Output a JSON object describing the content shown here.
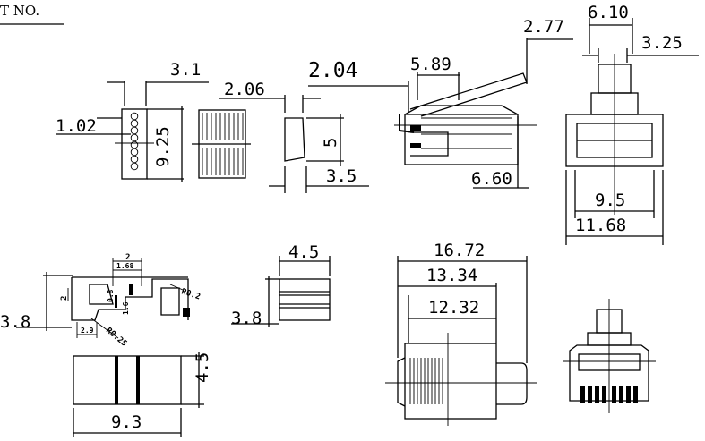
{
  "header": {
    "part_no_label": "T NO."
  },
  "dimensions": {
    "d_3_1": "3.1",
    "d_1_02": "1.02",
    "d_9_25": "9.25",
    "d_2_06": "2.06",
    "d_5": "5",
    "d_3_5": "3.5",
    "d_2_04": "2.04",
    "d_5_89": "5.89",
    "d_2_77": "2.77",
    "d_6_60": "6.60",
    "d_6_10": "6.10",
    "d_3_25": "3.25",
    "d_9_5": "9.5",
    "d_11_68": "11.68",
    "d_3_8a": "3.8",
    "d_2_top": "2",
    "d_1_68": "1.68",
    "d_r0_2": "R0.2",
    "d_2_left": "2",
    "d_0_8": "0.8",
    "d_1_6": "1.6",
    "d_2_9": "2.9",
    "d_r0_25": "R0.25",
    "d_4_5a": "4.5",
    "d_3_8b": "3.8",
    "d_4_5b": "4.5",
    "d_9_3": "9.3",
    "d_16_72": "16.72",
    "d_13_34": "13.34",
    "d_12_32": "12.32"
  }
}
